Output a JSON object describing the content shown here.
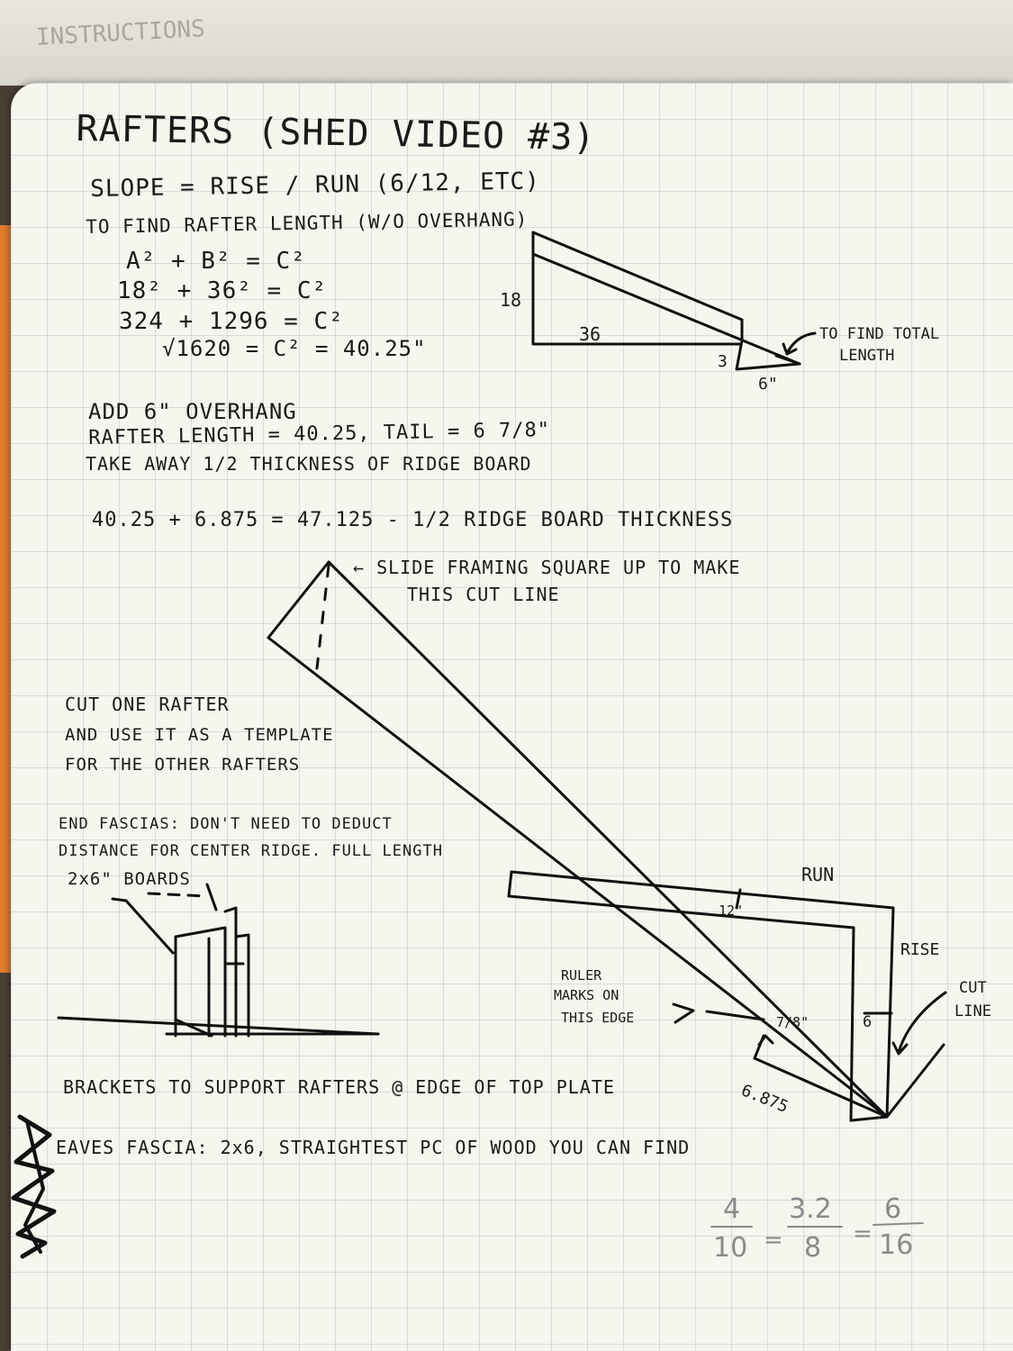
{
  "ghost_text": "INSTRUCTIONS",
  "title": "RAFTERS (SHED VIDEO #3)",
  "slope_line": "SLOPE = RISE / RUN (6/12, ETC)",
  "find_length": "TO FIND RAFTER LENGTH (W/O OVERHANG)",
  "eq1": "A² + B² = C²",
  "eq2": "18² + 36² = C²",
  "eq3": "324 + 1296 = C²",
  "eq4": "√1620 = C² = 40.25\"",
  "tri_label_18": "18",
  "tri_label_36": "36",
  "tri_label_3": "3",
  "tri_label_6": "6\"",
  "tri_note_1": "TO FIND TOTAL",
  "tri_note_2": "LENGTH",
  "overhang": "ADD 6\" OVERHANG",
  "rafter_length": "RAFTER LENGTH = 40.25, TAIL = 6 7/8\"",
  "take_away": "TAKE AWAY 1/2 THICKNESS OF RIDGE BOARD",
  "sum_line": "40.25 + 6.875 = 47.125 - 1/2 RIDGE BOARD THICKNESS",
  "slide_note_1": "← SLIDE FRAMING SQUARE UP TO MAKE",
  "slide_note_2": "THIS CUT LINE",
  "cut_one_1": "CUT ONE RAFTER",
  "cut_one_2": "AND USE IT AS A TEMPLATE",
  "cut_one_3": "FOR THE OTHER RAFTERS",
  "end_fascias_1": "END FASCIAS: DON'T NEED TO DEDUCT",
  "end_fascias_2": "DISTANCE FOR CENTER RIDGE. FULL LENGTH",
  "end_fascias_3": "2x6\" BOARDS",
  "run_label": "RUN",
  "twelve_label": "12\"",
  "rise_label": "RISE",
  "six_label": "6",
  "ruler_1": "RULER",
  "ruler_2": "MARKS ON",
  "ruler_3": "THIS EDGE",
  "seven_eighths": "7/8\"",
  "cut_line_1": "CUT",
  "cut_line_2": "LINE",
  "dim_6875": "6.875",
  "brackets": "BRACKETS TO SUPPORT RAFTERS @ EDGE OF TOP PLATE",
  "eaves": "EAVES FASCIA: 2x6, STRAIGHTEST PC OF WOOD YOU CAN FIND",
  "frac_4": "4",
  "frac_10": "10",
  "frac_32": "3.2",
  "frac_8": "8",
  "frac_6": "6",
  "frac_16": "16",
  "eq_sign": "="
}
